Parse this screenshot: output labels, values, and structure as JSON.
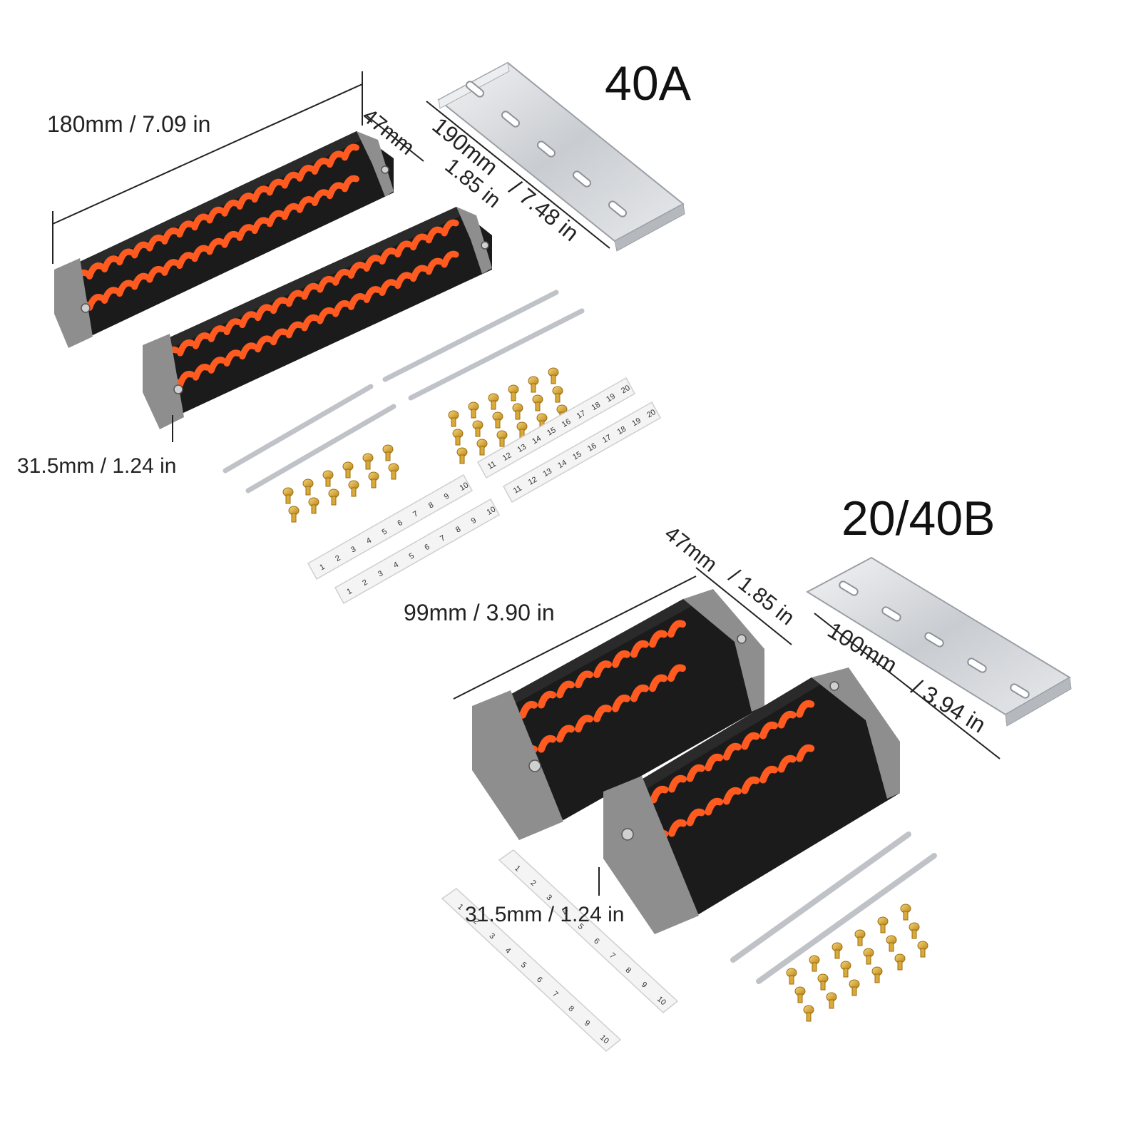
{
  "kit_40a": {
    "title": "40A",
    "length_label": "180mm  / 7.09 in",
    "width_label_a": "47mm",
    "width_label_b": "1.85 in",
    "height_label": "31.5mm / 1.24 in",
    "rail_label_a": "190mm",
    "rail_label_b": "/ 7.48 in",
    "tag_numbers_low": [
      "1",
      "2",
      "3",
      "4",
      "5",
      "6",
      "7",
      "8",
      "9",
      "10"
    ],
    "tag_numbers_high": [
      "11",
      "12",
      "13",
      "14",
      "15",
      "16",
      "17",
      "18",
      "19",
      "20"
    ]
  },
  "kit_2040b": {
    "title": "20/40B",
    "length_label": "99mm  / 3.90 in",
    "width_label_a": "47mm",
    "width_label_b": "/ 1.85 in",
    "height_label": "31.5mm / 1.24 in",
    "rail_label_a": "100mm",
    "rail_label_b": "/ 3.94 in",
    "tag_numbers": [
      "1",
      "2",
      "3",
      "4",
      "5",
      "6",
      "7",
      "8",
      "9",
      "10"
    ]
  },
  "colors": {
    "terminal_body": "#1b1b1b",
    "lever": "#ff5a1f",
    "end_plate": "#8e8e8e",
    "rail": "#d4d7db",
    "screw": "#d9a93a",
    "jumper": "#bfc3c7"
  }
}
